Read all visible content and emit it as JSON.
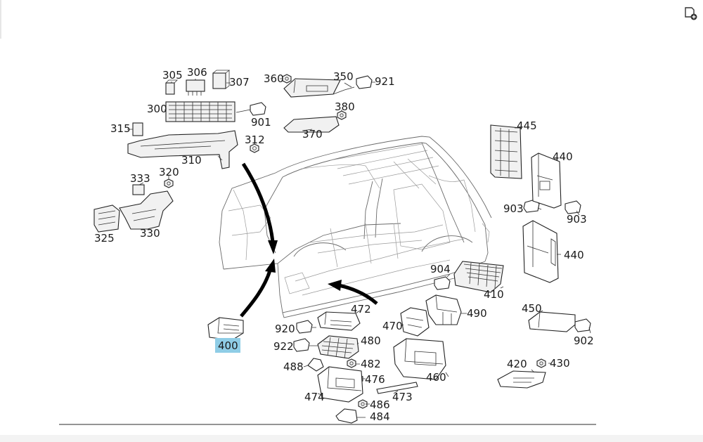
{
  "toolbar": {
    "add_page_icon": "document-add-icon"
  },
  "diagram": {
    "selected": "400",
    "labels": [
      "305",
      "306",
      "307",
      "360",
      "350",
      "921",
      "300",
      "901",
      "380",
      "315",
      "370",
      "312",
      "310",
      "333",
      "320",
      "325",
      "330",
      "445",
      "440",
      "903",
      "903",
      "440",
      "904",
      "410",
      "450",
      "490",
      "472",
      "470",
      "920",
      "480",
      "922",
      "902",
      "400",
      "488",
      "482",
      "476",
      "460",
      "420",
      "430",
      "474",
      "473",
      "486",
      "484"
    ]
  }
}
